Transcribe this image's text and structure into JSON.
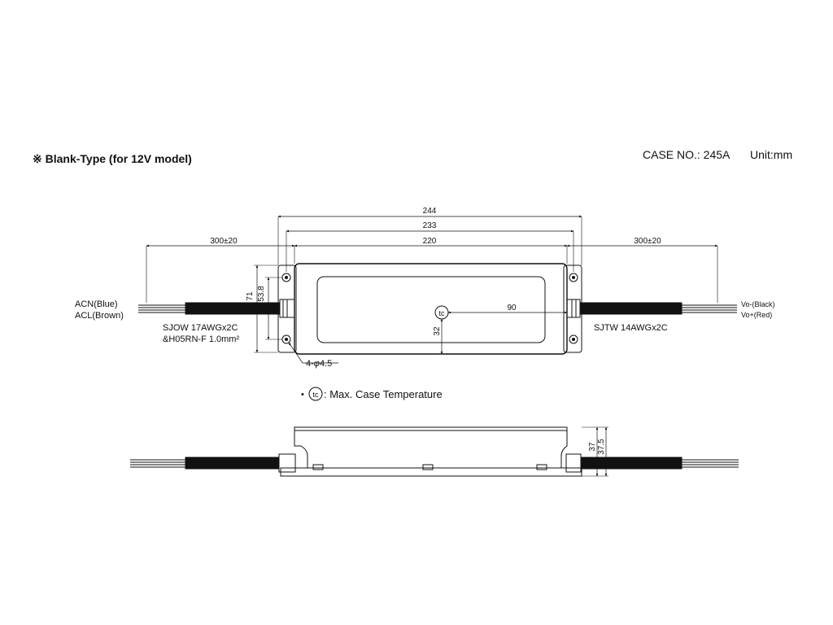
{
  "header": {
    "title": "※ Blank-Type (for 12V model)",
    "case_no": "CASE NO.: 245A",
    "unit": "Unit:mm"
  },
  "dimensions": {
    "overall_length": "244",
    "mounting_pitch": "233",
    "body_length": "220",
    "input_lead": "300±20",
    "output_lead": "300±20",
    "width": "71",
    "hole_pitch": "53.8",
    "tc_x": "90",
    "tc_y": "32",
    "height_body": "37",
    "height_total": "37.5"
  },
  "labels": {
    "acn": "ACN(Blue)",
    "acl": "ACL(Brown)",
    "input_cable": "SJOW 17AWGx2C",
    "input_cable_2": "&H05RN-F 1.0mm²",
    "output_cable": "SJTW 14AWGx2C",
    "vo_minus": "Vo-(Black)",
    "vo_plus": "Vo+(Red)",
    "holes": "4-",
    "holes_symbol": "φ",
    "holes_value": "4.5",
    "tc_symbol": "tc",
    "legend_bullet": "•",
    "legend_text": ": Max. Case Temperature"
  }
}
